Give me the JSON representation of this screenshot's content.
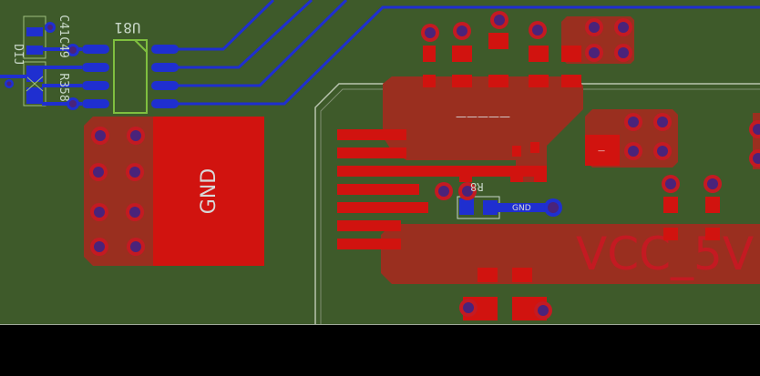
{
  "colors": {
    "board": "#3e5a2a",
    "copper_top": "#d1130f",
    "copper_top_zone": "#9a2f1f",
    "copper_bottom": "#1f2fd0",
    "via_ring": "#c41a22",
    "via_hole": "#4a237a",
    "silkscreen": "#c8d7c8",
    "outline": "#b9c4ae",
    "background": "#000000"
  },
  "silkscreen": {
    "u18": "U81",
    "r8": "R8",
    "col1": "DIJ",
    "col2": "R358",
    "col3": "C49",
    "col4": "C41"
  },
  "nets": {
    "gnd_zone": "GND",
    "gnd_trace": "GND",
    "vcc": "VCC_5V",
    "top_zone": "—————",
    "small_pad": "—"
  }
}
